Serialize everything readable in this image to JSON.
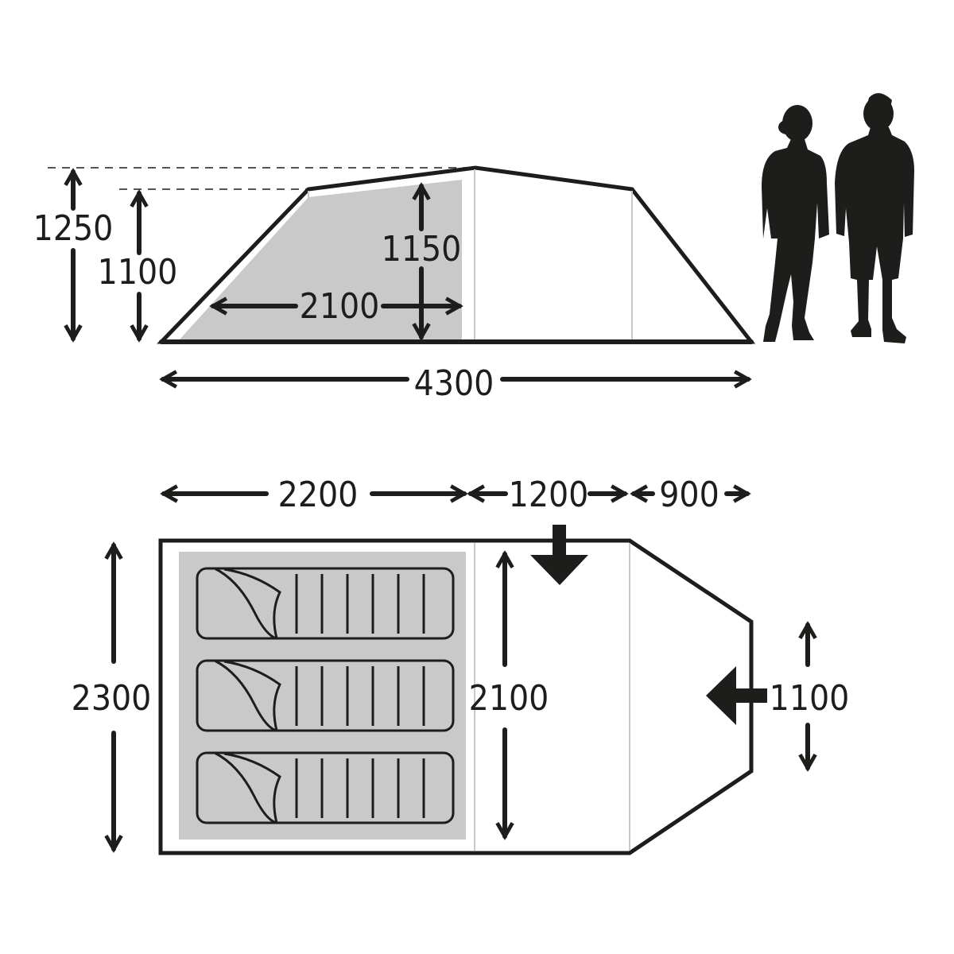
{
  "side_view": {
    "total_height": "1250",
    "side_height": "1100",
    "inner_height": "1150",
    "inner_length": "2100",
    "total_length": "4300"
  },
  "floor_plan": {
    "bedroom_length": "2200",
    "middle_length": "1200",
    "porch_length": "900",
    "total_width": "2300",
    "inner_width": "2100",
    "door_width": "1100",
    "sleeping_bags": 3
  },
  "colors": {
    "ink": "#1d1d1b",
    "inner_fill": "#c9c9c9",
    "divider": "#c8c8c8"
  }
}
